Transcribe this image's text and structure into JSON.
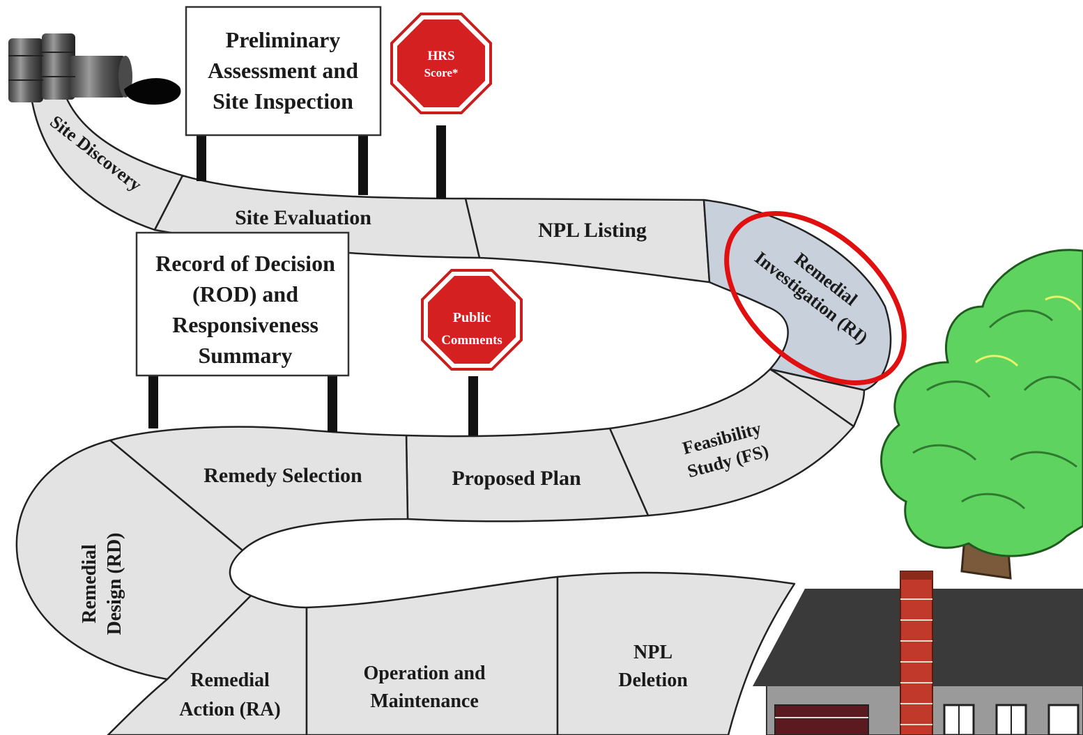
{
  "stages": {
    "site_discovery": "Site Discovery",
    "site_evaluation": "Site Evaluation",
    "npl_listing": "NPL Listing",
    "remedial_investigation": [
      "Remedial",
      "Investigation (RI)"
    ],
    "feasibility_study": [
      "Feasibility",
      "Study (FS)"
    ],
    "proposed_plan": "Proposed Plan",
    "remedy_selection": "Remedy Selection",
    "remedial_design": [
      "Remedial",
      "Design (RD)"
    ],
    "remedial_action": [
      "Remedial",
      "Action (RA)"
    ],
    "operation_maintenance": [
      "Operation and",
      "Maintenance"
    ],
    "npl_deletion": [
      "NPL",
      "Deletion"
    ]
  },
  "signs": {
    "preliminary_assessment": [
      "Preliminary",
      "Assessment and",
      "Site Inspection"
    ],
    "record_of_decision": [
      "Record of Decision",
      "(ROD) and",
      "Responsiveness",
      "Summary"
    ]
  },
  "stop_signs": {
    "hrs_score": [
      "HRS",
      "Score*"
    ],
    "public_comments": [
      "Public",
      "Comments"
    ]
  },
  "highlight": {
    "target": "remedial_investigation",
    "color": "#e01010"
  },
  "colors": {
    "road": "#e3e3e3",
    "highlighted_segment": "#c8d0dc",
    "stop_sign": "#d42020",
    "tree": "#5fd35f",
    "roof": "#3a3a3a",
    "chimney_brick": "#c0392b"
  },
  "icons": {
    "barrels": "oil-barrels-icon",
    "tree": "tree-icon",
    "house": "house-icon"
  }
}
